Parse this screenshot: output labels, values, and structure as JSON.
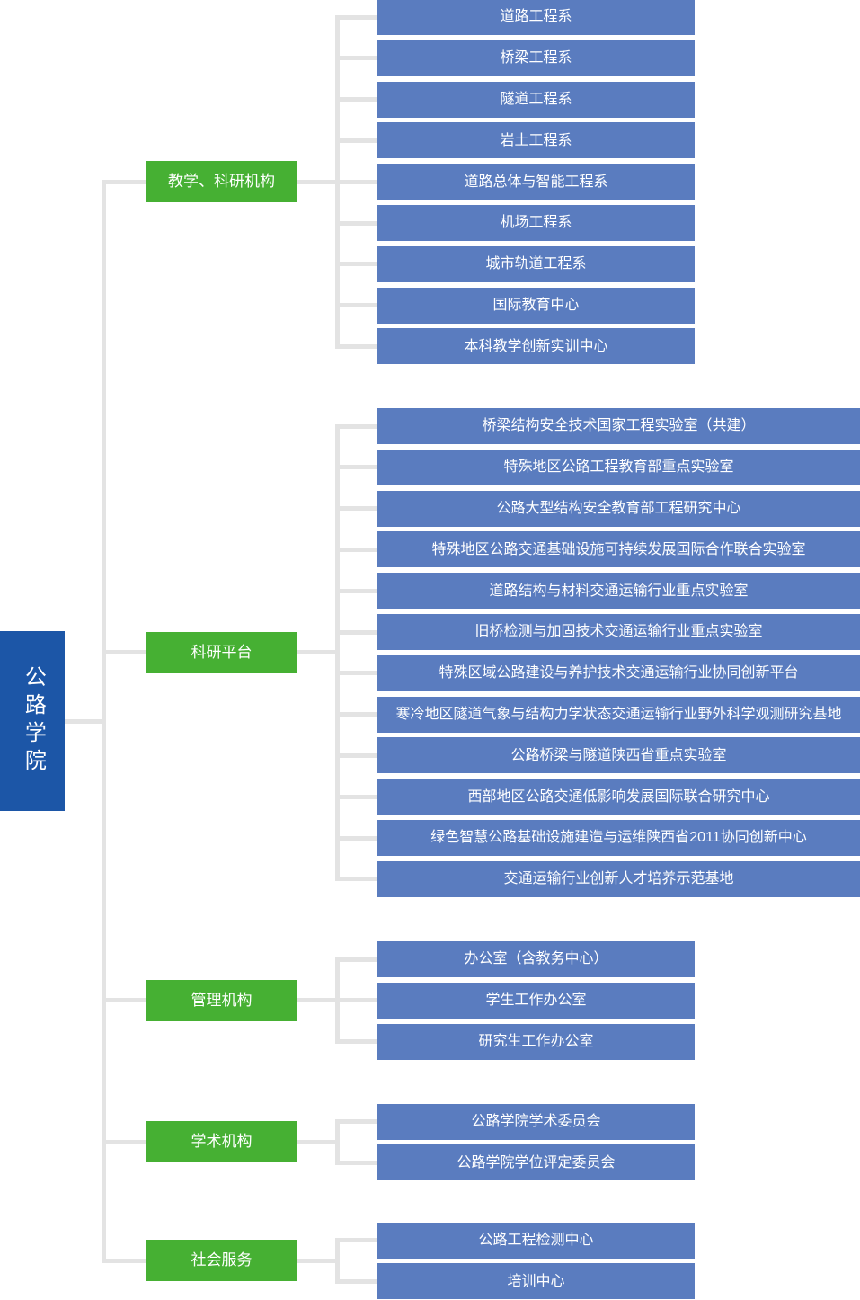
{
  "root": {
    "label": "公路学院"
  },
  "colors": {
    "root_node": "#1c56a7",
    "category_node": "#46b033",
    "item_node": "#5a7cbf",
    "connector": "#e3e3e3"
  },
  "groups": [
    {
      "label": "教学、科研机构",
      "items": [
        "道路工程系",
        "桥梁工程系",
        "隧道工程系",
        "岩土工程系",
        "道路总体与智能工程系",
        "机场工程系",
        "城市轨道工程系",
        "国际教育中心",
        "本科教学创新实训中心"
      ]
    },
    {
      "label": "科研平台",
      "items": [
        "桥梁结构安全技术国家工程实验室（共建）",
        "特殊地区公路工程教育部重点实验室",
        "公路大型结构安全教育部工程研究中心",
        "特殊地区公路交通基础设施可持续发展国际合作联合实验室",
        "道路结构与材料交通运输行业重点实验室",
        "旧桥检测与加固技术交通运输行业重点实验室",
        "特殊区域公路建设与养护技术交通运输行业协同创新平台",
        "寒冷地区隧道气象与结构力学状态交通运输行业野外科学观测研究基地",
        "公路桥梁与隧道陕西省重点实验室",
        "西部地区公路交通低影响发展国际联合研究中心",
        "绿色智慧公路基础设施建造与运维陕西省2011协同创新中心",
        "交通运输行业创新人才培养示范基地"
      ]
    },
    {
      "label": "管理机构",
      "items": [
        "办公室（含教务中心）",
        "学生工作办公室",
        "研究生工作办公室"
      ]
    },
    {
      "label": "学术机构",
      "items": [
        "公路学院学术委员会",
        "公路学院学位评定委员会"
      ]
    },
    {
      "label": "社会服务",
      "items": [
        "公路工程检测中心",
        "培训中心"
      ]
    }
  ]
}
